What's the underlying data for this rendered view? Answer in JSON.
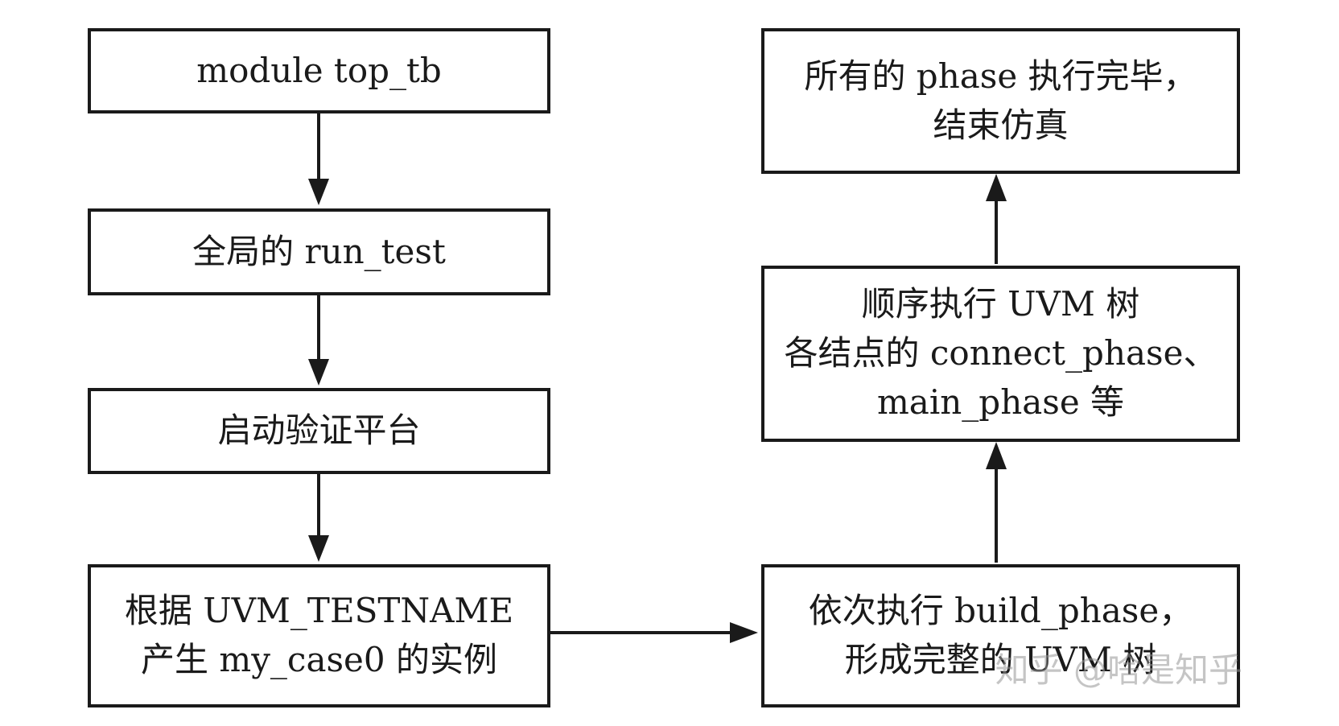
{
  "diagram": {
    "nodes": {
      "module_top_tb": {
        "lines": [
          "module top_tb"
        ]
      },
      "global_run_test": {
        "lines": [
          "全局的 run_test"
        ]
      },
      "start_platform": {
        "lines": [
          "启动验证平台"
        ]
      },
      "create_case": {
        "lines": [
          "根据 UVM_TESTNAME",
          "产生 my_case0 的实例"
        ]
      },
      "build_phase": {
        "lines": [
          "依次执行 build_phase，",
          "形成完整的 UVM 树"
        ]
      },
      "other_phases": {
        "lines": [
          "顺序执行 UVM 树",
          "各结点的 connect_phase、",
          "main_phase 等"
        ]
      },
      "finish": {
        "lines": [
          "所有的 phase 执行完毕，",
          "结束仿真"
        ]
      }
    },
    "edges": [
      {
        "from": "module_top_tb",
        "to": "global_run_test"
      },
      {
        "from": "global_run_test",
        "to": "start_platform"
      },
      {
        "from": "start_platform",
        "to": "create_case"
      },
      {
        "from": "create_case",
        "to": "build_phase"
      },
      {
        "from": "build_phase",
        "to": "other_phases"
      },
      {
        "from": "other_phases",
        "to": "finish"
      }
    ],
    "colors": {
      "stroke": "#1a1a1a",
      "background": "#ffffff"
    }
  },
  "watermark": {
    "text": "知乎 @啥是知乎"
  }
}
